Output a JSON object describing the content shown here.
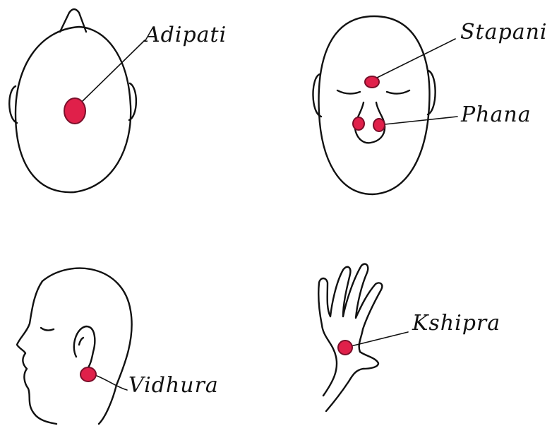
{
  "colors": {
    "ink": "#111111",
    "point_fill": "#e0204a",
    "point_stroke": "#7a0f2a",
    "background": "#ffffff"
  },
  "labels": {
    "adipati": "Adipati",
    "stapani": "Stapani",
    "phana": "Phana",
    "vidhura": "Vidhura",
    "kshipra": "Kshipra"
  }
}
